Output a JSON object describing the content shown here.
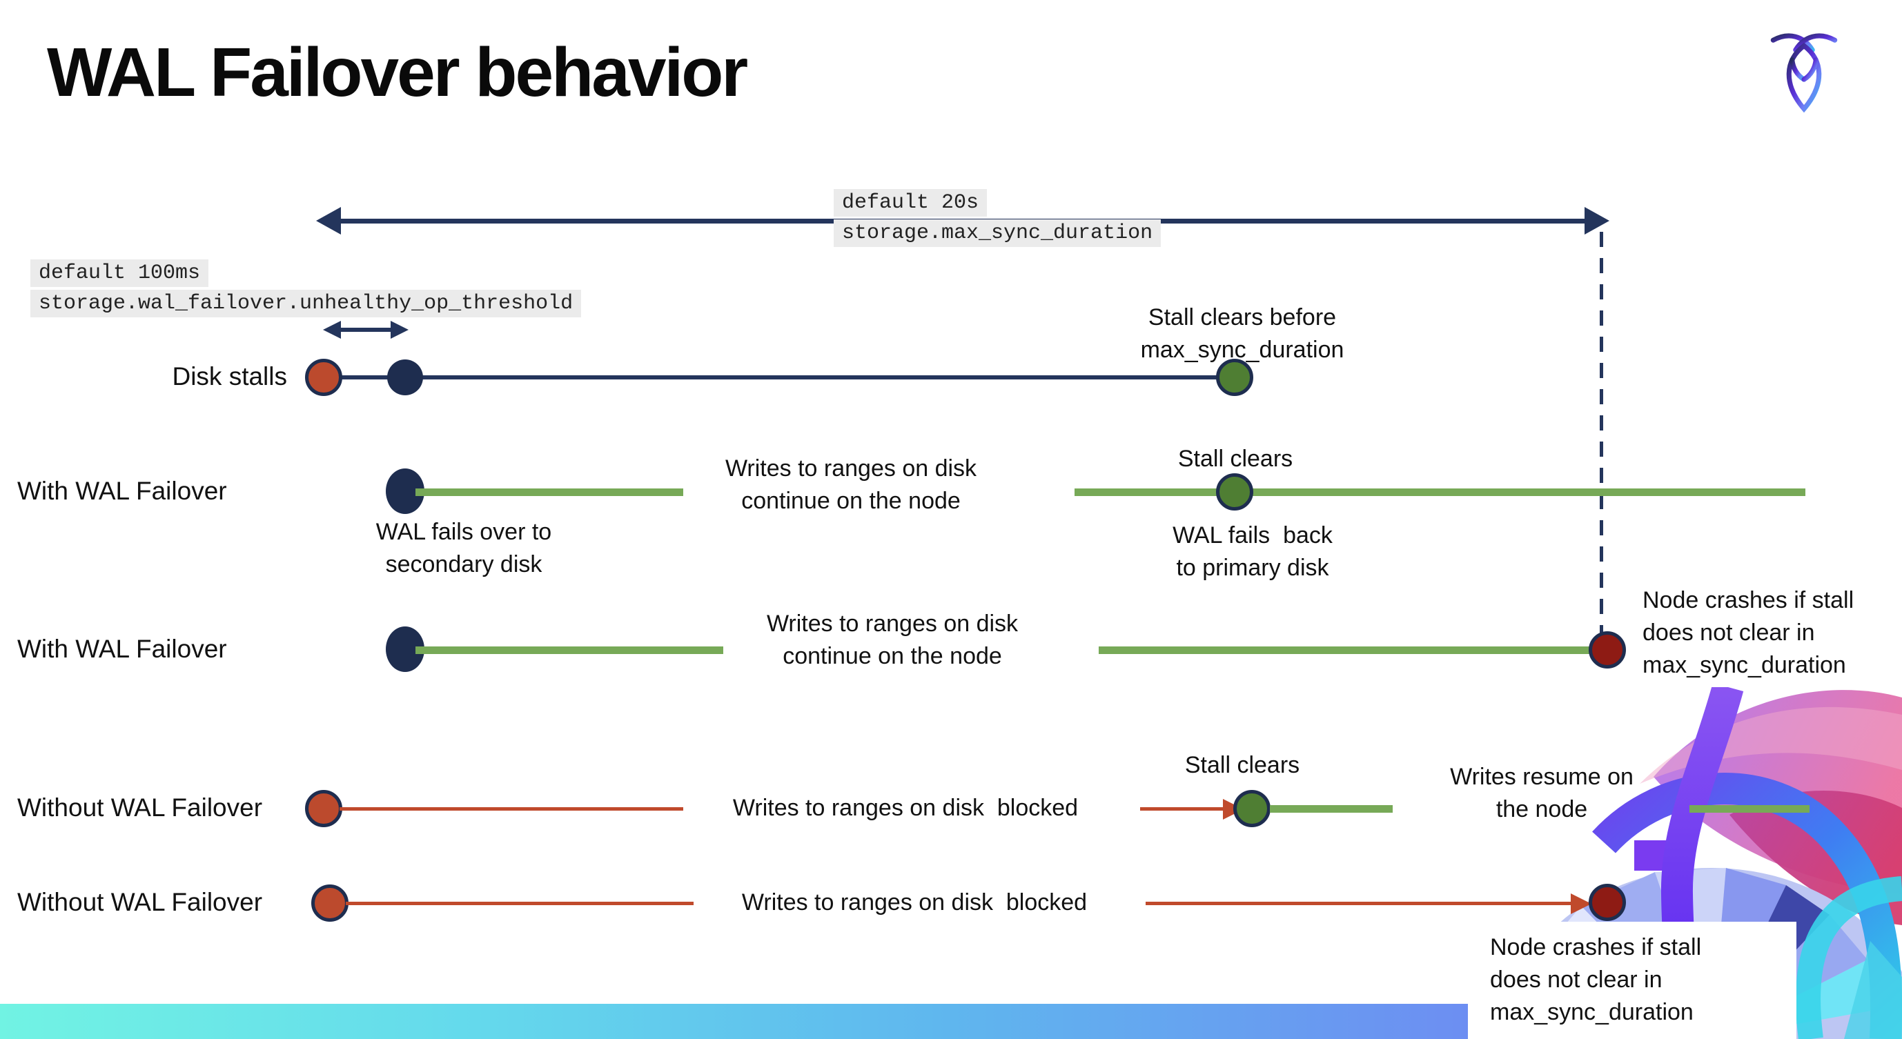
{
  "slide": {
    "title": "WAL Failover behavior"
  },
  "logo": {
    "name": "cockroachdb-logo"
  },
  "colors": {
    "navy": "#24355c",
    "green_line": "#77a957",
    "green_dot": "#4f7e33",
    "red_line": "#c04a2c",
    "red_dot": "#bc4a2d",
    "maroon_dot": "#8e1b14",
    "label_bg": "#ebebeb",
    "bottom_bar_left": "#71f3e3",
    "bottom_bar_right": "#6f59f0"
  },
  "settings": {
    "max_sync": {
      "default_label": "default 20s",
      "name": "storage.max_sync_duration"
    },
    "unhealthy_op": {
      "default_label": "default 100ms",
      "name": "storage.wal_failover.unhealthy_op_threshold"
    }
  },
  "rows": {
    "disk_stalls": {
      "label": "Disk stalls",
      "note": "Stall clears before\nmax_sync_duration"
    },
    "with_failover_1": {
      "label": "With WAL Failover",
      "start_note": "WAL fails over to\nsecondary disk",
      "mid_note": "Writes to ranges on disk\ncontinue on the node",
      "stall_note": "Stall clears",
      "end_note": "WAL fails  back\nto primary disk"
    },
    "with_failover_2": {
      "label": "With WAL Failover",
      "mid_note": "Writes to ranges on disk\ncontinue on the node",
      "crash_note": "Node crashes if stall\ndoes not clear in\nmax_sync_duration"
    },
    "without_failover_1": {
      "label": "Without WAL Failover",
      "mid_note": "Writes to ranges on disk  blocked",
      "stall_note": "Stall clears",
      "resume_note": "Writes resume on\nthe node"
    },
    "without_failover_2": {
      "label": "Without WAL Failover",
      "mid_note": "Writes to ranges on disk  blocked",
      "crash_note": "Node crashes if stall\ndoes not clear in\nmax_sync_duration"
    }
  }
}
